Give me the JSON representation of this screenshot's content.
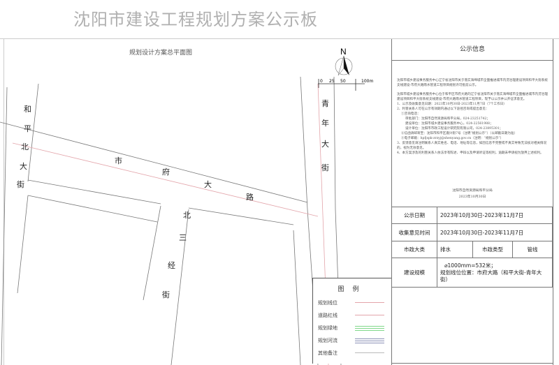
{
  "board_title": "沈阳市建设工程规划方案公示板",
  "map": {
    "title": "规划设计方案总平面图",
    "north_label": "N",
    "scale_labels": [
      "0",
      "25",
      "50",
      "100m"
    ],
    "roads": {
      "heping": [
        "和",
        "平",
        "北",
        "大",
        "街"
      ],
      "shifu": [
        "市",
        "府",
        "大",
        "路"
      ],
      "beisanjing": [
        "北",
        "三",
        "经",
        "街"
      ],
      "qingnian": [
        "青",
        "年",
        "大",
        "街"
      ]
    },
    "legend": {
      "title": "图例",
      "items": [
        {
          "label": "规划线位",
          "color": "#e3a4aa"
        },
        {
          "label": "道路红线",
          "color": "#e3a4aa"
        },
        {
          "label": "规划绿地",
          "color": "#7fd88a"
        },
        {
          "label": "规划河流",
          "color": "#8a8fb5"
        },
        {
          "label": "其他备注",
          "color": "#bbbbbb"
        }
      ]
    }
  },
  "panel": {
    "header": "公示信息",
    "notice": [
      "沈阳市城乡建设事务服务中心辽宁省沈阳市关于落实海绵城市全面推进城市内涝治理建设项目和平大街系统支线建设-市府大路雨水管道工程项目规划许可批前公示。",
      "沈阳市城乡建设事务服务中心位于和平区市府大路的辽宁省沈阳市关于落实海绵城市全面推进城市内涝治理建设项目和平大街系统支线建设-市府大路雨水管道工程项目，现予以公示并公开征求意见。",
      "1、公示及收集意见日期：2023年10月30日-2023年11月7日（7个工作日）",
      "2、利害关系人可在公示有效期内通过以下途径咨询或提出意见：",
      "①咨询电话：",
      "审批部门：沈阳市自然资源局和平分局，024-23251742；",
      "建设单位：沈阳市城乡建设事务服务中心，024-22561988；",
      "设计单位：沈阳市市政工程设计研究院有限公司，024-23895301；",
      "②信函请邮寄至：沈阳市和平区嘉兴街7号（注明“规划公示”）（以邮戳日期为准）",
      "③电子邮箱：hpfjspk-zrzyj@shenyang.gov.cn（注明：“规划公示”）",
      "3、反馈意见请注明联系人真实姓名、电话、地址等信息，如因信息不完整或不真实导致无法核对相关情况的，视为无效意见。",
      "4、本方案涉及的利害关系人依法享有陈述、申辩以及申请听证等权利，逾期未申请视为放弃上述权利。"
    ],
    "signer": "沈阳市自然资源局和平分局",
    "sign_date": "2023年10月30日"
  },
  "table": {
    "publicity_date_label": "公示日期",
    "publicity_date": "2023年10月30日-2023年11月7日",
    "feedback_label": "收集意见时间",
    "feedback_date": "2023年10月30日-2023年11月7日",
    "category_label": "市政大类",
    "category": "排水",
    "type_label": "市政类型",
    "type": "管线",
    "scale_label": "建设规模",
    "scale_line1": "⌀1000mm=532米；",
    "scale_line2": "规划线位位置：市府大路（和平大街-青年大街）"
  }
}
